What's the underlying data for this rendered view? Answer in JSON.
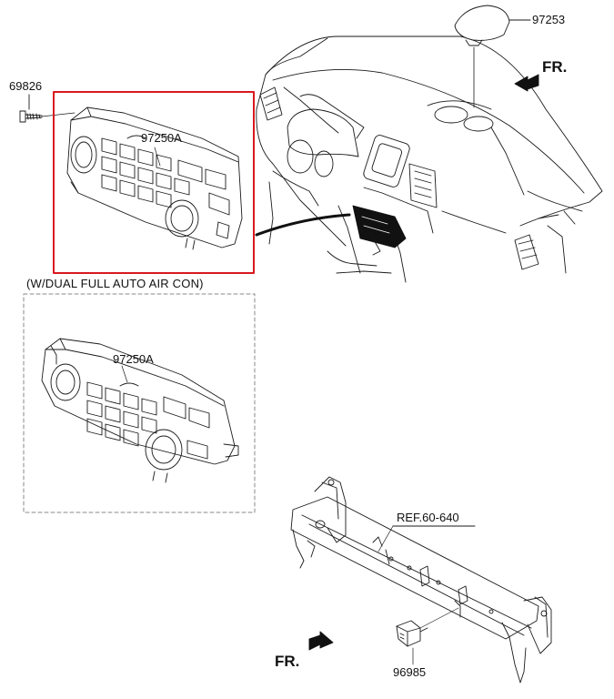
{
  "labels": {
    "top_sensor": "97253",
    "screw": "69826",
    "heater_control_main": "97250A",
    "dual_note": "(W/DUAL FULL AUTO AIR CON)",
    "heater_control_dual": "97250A",
    "crossbar_ref": "REF.60-640",
    "bottom_sensor": "96985"
  },
  "direction": {
    "top": "FR.",
    "bottom": "FR."
  },
  "colors": {
    "highlight_box": "#d9181e",
    "dashed_box": "#8a8a8a",
    "line": "#1a1a1a"
  }
}
